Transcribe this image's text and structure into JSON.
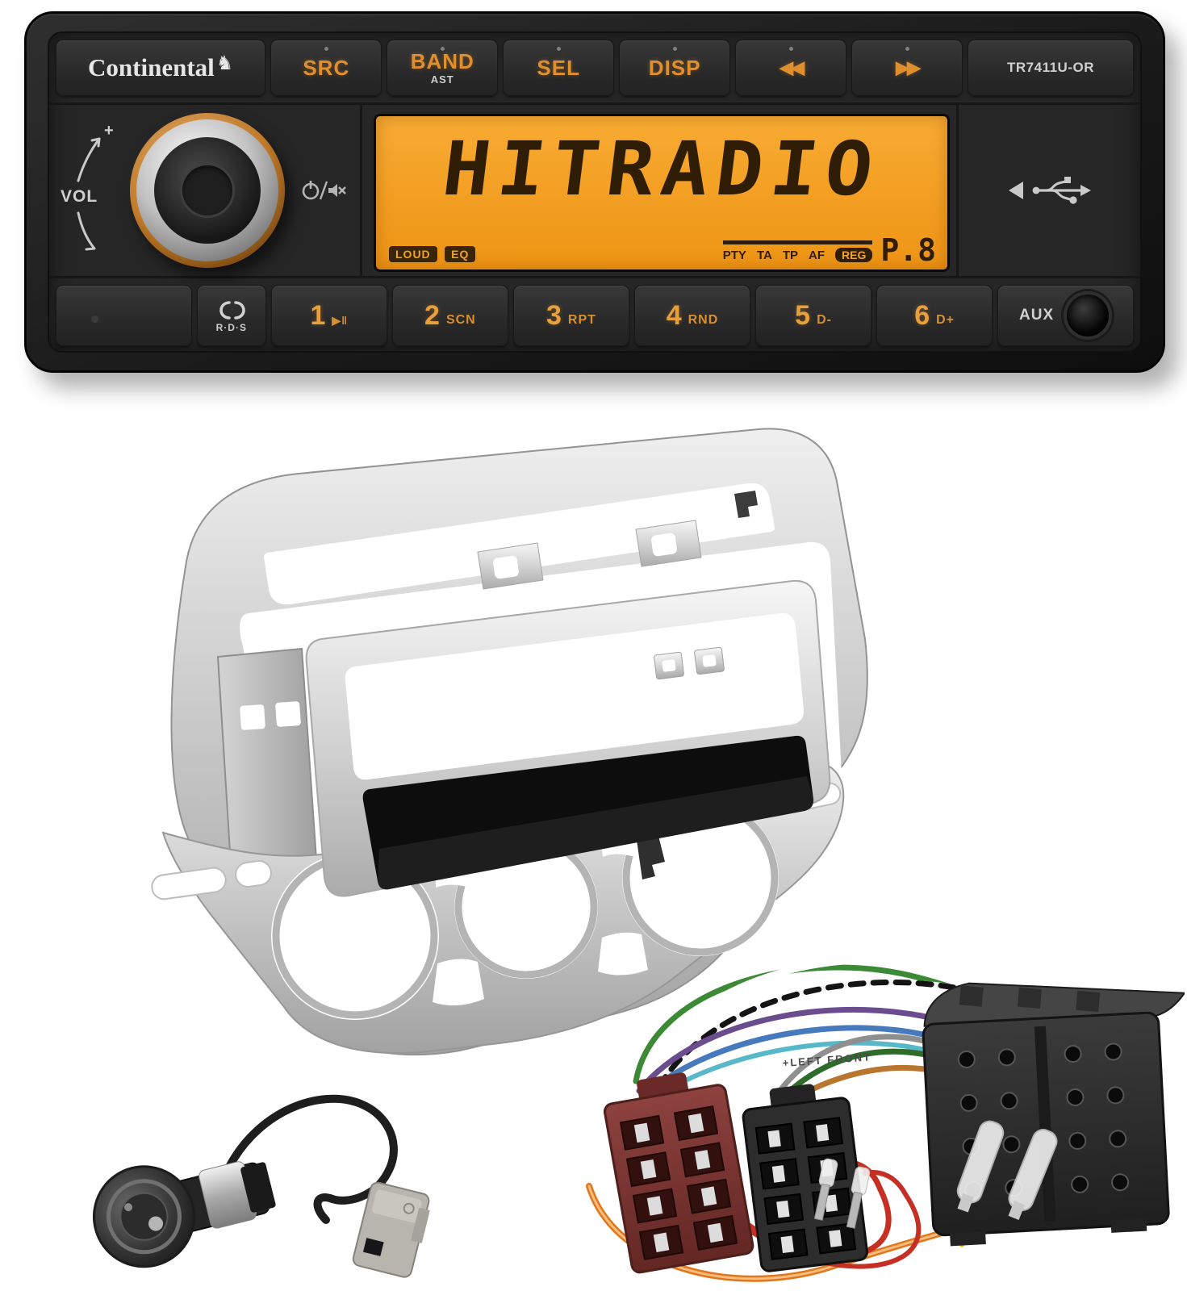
{
  "radio": {
    "brand": "Continental",
    "model": "TR7411U-OR",
    "buttons_top": [
      {
        "label": "SRC",
        "sub": ""
      },
      {
        "label": "BAND",
        "sub": "AST"
      },
      {
        "label": "SEL",
        "sub": ""
      },
      {
        "label": "DISP",
        "sub": ""
      },
      {
        "label": "◀◀",
        "sub": ""
      },
      {
        "label": "▶▶",
        "sub": ""
      }
    ],
    "display": {
      "station": "HITRADIO",
      "badge_loud": "LOUD",
      "badge_eq": "EQ",
      "ind_pty": "PTY",
      "ind_ta": "TA",
      "ind_tp": "TP",
      "ind_af": "AF",
      "badge_reg": "REG",
      "preset": "P.8"
    },
    "vol_label": "VOL",
    "vol_plus": "+",
    "rds_label": "R·D·S",
    "aux_label": "AUX",
    "buttons_preset": [
      {
        "num": "1",
        "sub": "▶‖"
      },
      {
        "num": "2",
        "sub": "SCN"
      },
      {
        "num": "3",
        "sub": "RPT"
      },
      {
        "num": "4",
        "sub": "RND"
      },
      {
        "num": "5",
        "sub": "D-"
      },
      {
        "num": "6",
        "sub": "D+"
      }
    ],
    "icons": {
      "horse": "♞",
      "usb": "usb-icon",
      "power_mute": "power-mute-icon",
      "rds_disc": "rds-disc-icon",
      "volume_arrows": "volume-arrows-icon"
    },
    "colors": {
      "body": "#1f1f1f",
      "button": "#2e2e2e",
      "label_orange": "#e08f2f",
      "display_bg": "#f3a125",
      "display_text": "#301d06",
      "label_white": "#d6d6d6",
      "knob_ring": "#c98a3c"
    }
  },
  "dash_frame": {
    "description": "Silver double-DIN dash facia with radio slot, storage pocket and three climate control cutouts",
    "color_silver": "#c6c6c6",
    "pocket_color": "#121212"
  },
  "antenna_adapter": {
    "description": "Antenna adapter lead with ISO plug and grey vehicle connector",
    "cable_color": "#1e1e1e",
    "plug_color": "#2a2a2a",
    "connector_color": "#b7b5ad"
  },
  "wiring_harness": {
    "description": "ISO radio adapter harness with red and black ISO plugs and black vehicle connector",
    "wire_label": "+LEFT FRONT",
    "connector_red": "#7b3431",
    "connector_black": "#2b2b2b",
    "vehicle_connector": "#2c2c2c",
    "wire_colors": [
      "#3c8a36",
      "#ffffff",
      "#6a4d8e",
      "#4779bd",
      "#8f8f8f",
      "#2f6b2b",
      "#b8762f",
      "#57b8c9",
      "#e1761c",
      "#ddba1e",
      "#c52f24",
      "#111111"
    ]
  }
}
